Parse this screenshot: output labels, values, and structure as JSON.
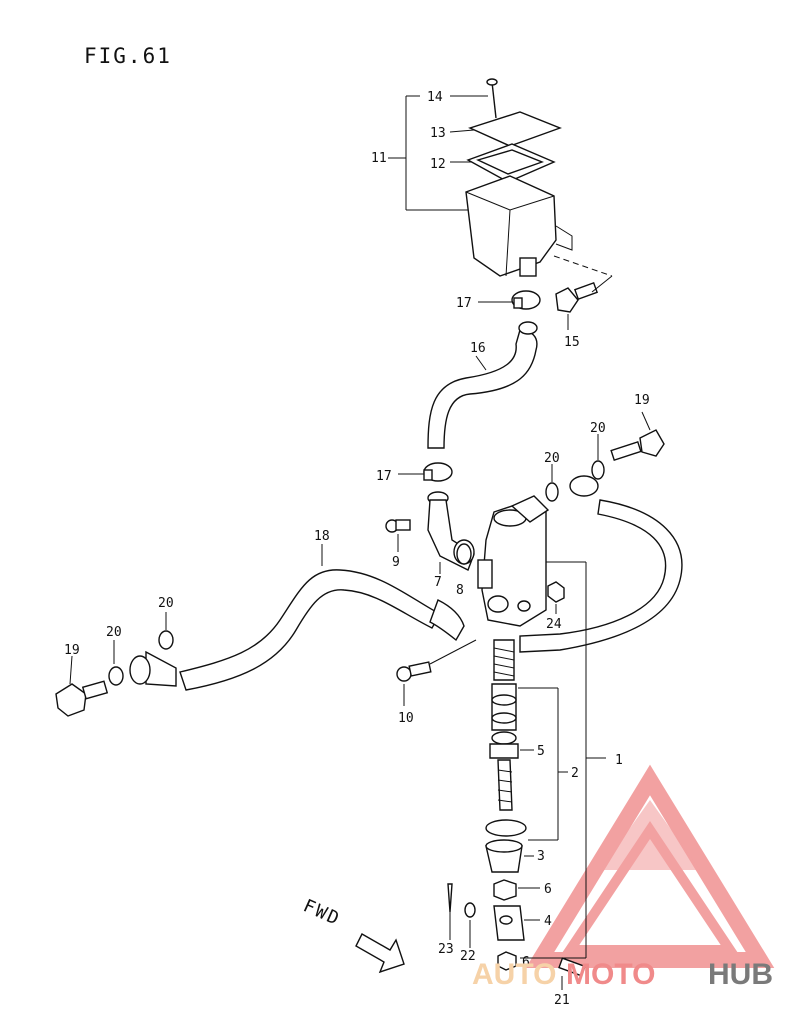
{
  "figure": {
    "title": "FIG.61"
  },
  "direction": {
    "label": "FWD"
  },
  "callouts": {
    "c14": "14",
    "c13": "13",
    "c12": "12",
    "c11": "11",
    "c17a": "17",
    "c15": "15",
    "c16": "16",
    "c17b": "17",
    "c19a": "19",
    "c20a": "20",
    "c20b": "20",
    "c9": "9",
    "c7": "7",
    "c8": "8",
    "c18": "18",
    "c24": "24",
    "c20c": "20",
    "c20d": "20",
    "c19b": "19",
    "c10": "10",
    "c5": "5",
    "c2": "2",
    "c1": "1",
    "c3": "3",
    "c6a": "6",
    "c4": "4",
    "c6b": "6",
    "c23": "23",
    "c22": "22",
    "c21": "21"
  },
  "watermark": {
    "part1": "AUTO",
    "part2": "MOTO",
    "part3": "HUB",
    "color_a": "#f6d2a8",
    "color_b": "#f08a8a",
    "color_c": "#7a7a7a"
  }
}
